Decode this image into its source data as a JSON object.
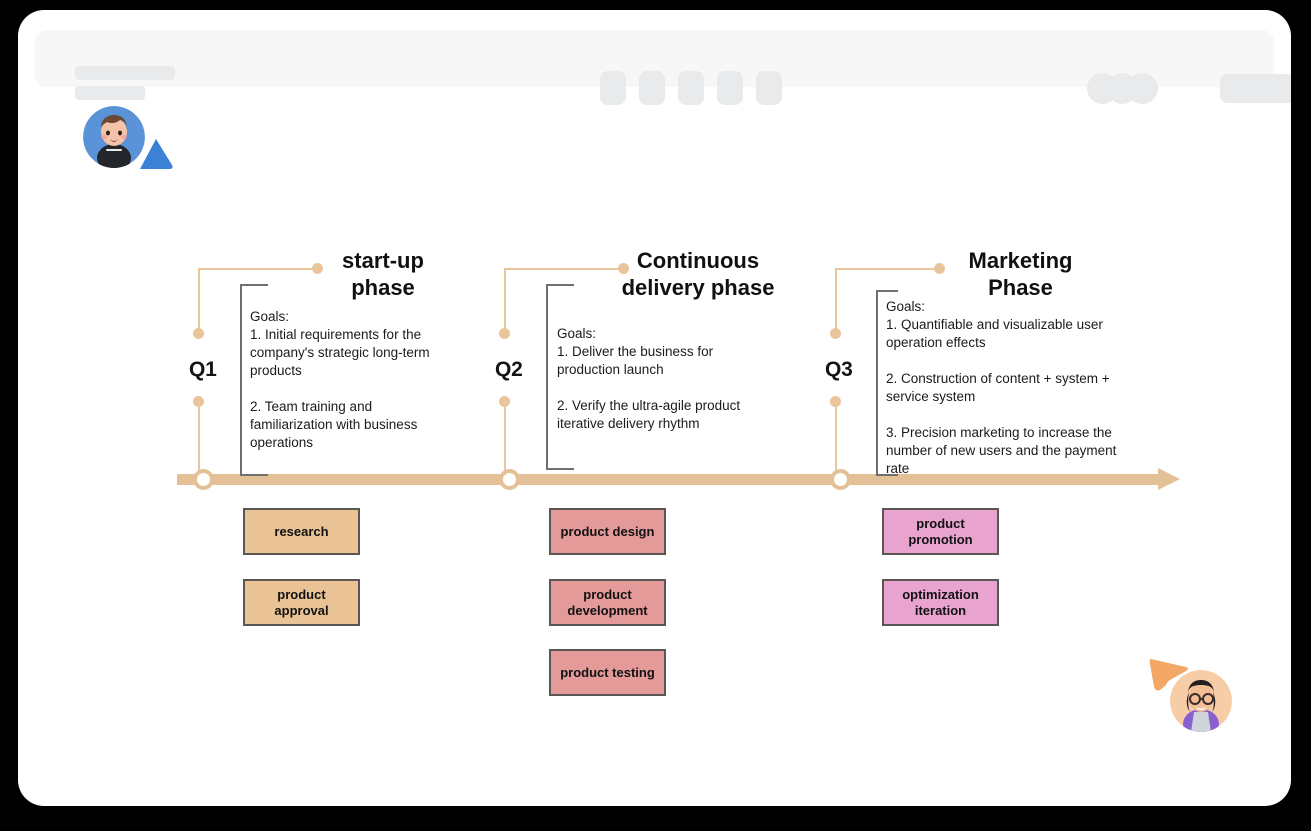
{
  "app": {
    "toolbar": {
      "tab_placeholder_count": 5,
      "avatar_stack_count": 3
    }
  },
  "colors": {
    "timeline": "#e4c096",
    "connector": "#eac49b",
    "bracket": "#6f6f6f",
    "q1_box": "#e9c396",
    "q2_box": "#e59a9a",
    "q3_box": "#e8a3cf",
    "box_border": "#5b5653",
    "page_background": "#000000",
    "card_background": "#ffffff"
  },
  "timeline": {
    "milestones": [
      {
        "id": "q1",
        "quarter_label": "Q1",
        "phase_title": "start-up\nphase",
        "goals": "Goals:\n1. Initial requirements for the company's strategic long-term products\n\n2. Team training and familiarization with business operations",
        "goal_items": [
          "1. Initial requirements for the company's strategic long-term products",
          "2. Team training and familiarization with business operations"
        ],
        "tasks": [
          {
            "label": "research",
            "color": "#e9c396"
          },
          {
            "label": "product\napproval",
            "color": "#e9c396"
          }
        ]
      },
      {
        "id": "q2",
        "quarter_label": "Q2",
        "phase_title": "Continuous\ndelivery phase",
        "goals": "Goals:\n1. Deliver the business for production launch\n\n2. Verify the ultra-agile product iterative delivery rhythm",
        "goal_items": [
          "1. Deliver the business for production launch",
          "2. Verify the ultra-agile product iterative delivery rhythm"
        ],
        "tasks": [
          {
            "label": "product design",
            "color": "#e59a9a"
          },
          {
            "label": "product\ndevelopment",
            "color": "#e59a9a"
          },
          {
            "label": "product testing",
            "color": "#e59a9a"
          }
        ]
      },
      {
        "id": "q3",
        "quarter_label": "Q3",
        "phase_title": "Marketing\nPhase",
        "goals": "Goals:\n1. Quantifiable and visualizable user operation effects\n\n2. Construction of content + system + service system\n\n3. Precision marketing to increase the number of new users and the payment rate",
        "goal_items": [
          "1. Quantifiable and visualizable user operation effects",
          "2. Construction of content + system + service system",
          "3. Precision marketing to increase the number of new users and the payment rate"
        ],
        "tasks": [
          {
            "label": "product\npromotion",
            "color": "#e8a3cf"
          },
          {
            "label": "optimization\niteration",
            "color": "#e8a3cf"
          }
        ]
      }
    ]
  },
  "collaborators": [
    {
      "id": "top-left",
      "cursor_color": "#3b82d6",
      "avatar_background": "#5b93d8"
    },
    {
      "id": "bottom-right",
      "cursor_color": "#f4a868",
      "avatar_background": "#f6cda7"
    }
  ]
}
